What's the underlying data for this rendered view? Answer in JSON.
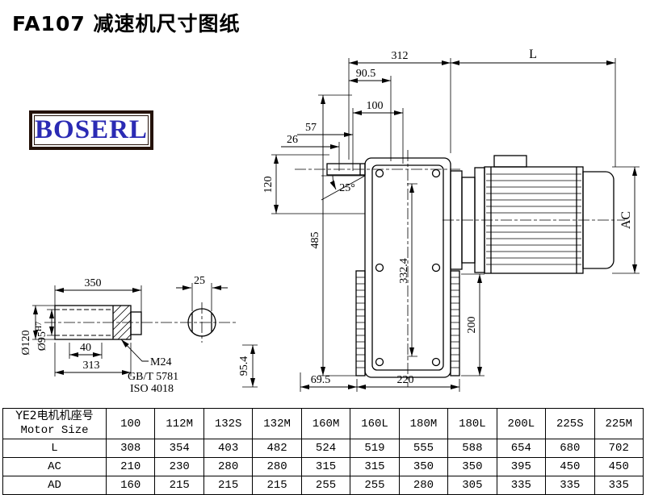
{
  "title": "FA107 减速机尺寸图纸",
  "logo": {
    "text": "BOSERL"
  },
  "dims": {
    "d312": "312",
    "dL": "L",
    "d90_5": "90.5",
    "d100": "100",
    "d57": "57",
    "d26": "26",
    "d120": "120",
    "d25deg": "25°",
    "d485": "485",
    "dAC": "AC",
    "d332_4": "332.4",
    "d200": "200",
    "d69_5": "69.5",
    "d220": "220",
    "d350": "350",
    "d25": "25",
    "dia120": "Ø120",
    "dia95": "Ø95",
    "dia95sup": "H7",
    "d40": "40",
    "d313": "313",
    "m24": "M24",
    "gbt": "GB/T 5781",
    "iso": "ISO 4018",
    "d95_4": "95.4"
  },
  "table": {
    "header_cn": "YE2电机机座号",
    "header_en": "Motor Size",
    "columns": [
      "100",
      "112M",
      "132S",
      "132M",
      "160M",
      "160L",
      "180M",
      "180L",
      "200L",
      "225S",
      "225M"
    ],
    "rows": [
      {
        "label": "L",
        "values": [
          "308",
          "354",
          "403",
          "482",
          "524",
          "519",
          "555",
          "588",
          "654",
          "680",
          "702"
        ]
      },
      {
        "label": "AC",
        "values": [
          "210",
          "230",
          "280",
          "280",
          "315",
          "315",
          "350",
          "350",
          "395",
          "450",
          "450"
        ]
      },
      {
        "label": "AD",
        "values": [
          "160",
          "215",
          "215",
          "215",
          "255",
          "255",
          "280",
          "305",
          "335",
          "335",
          "335"
        ]
      }
    ]
  }
}
